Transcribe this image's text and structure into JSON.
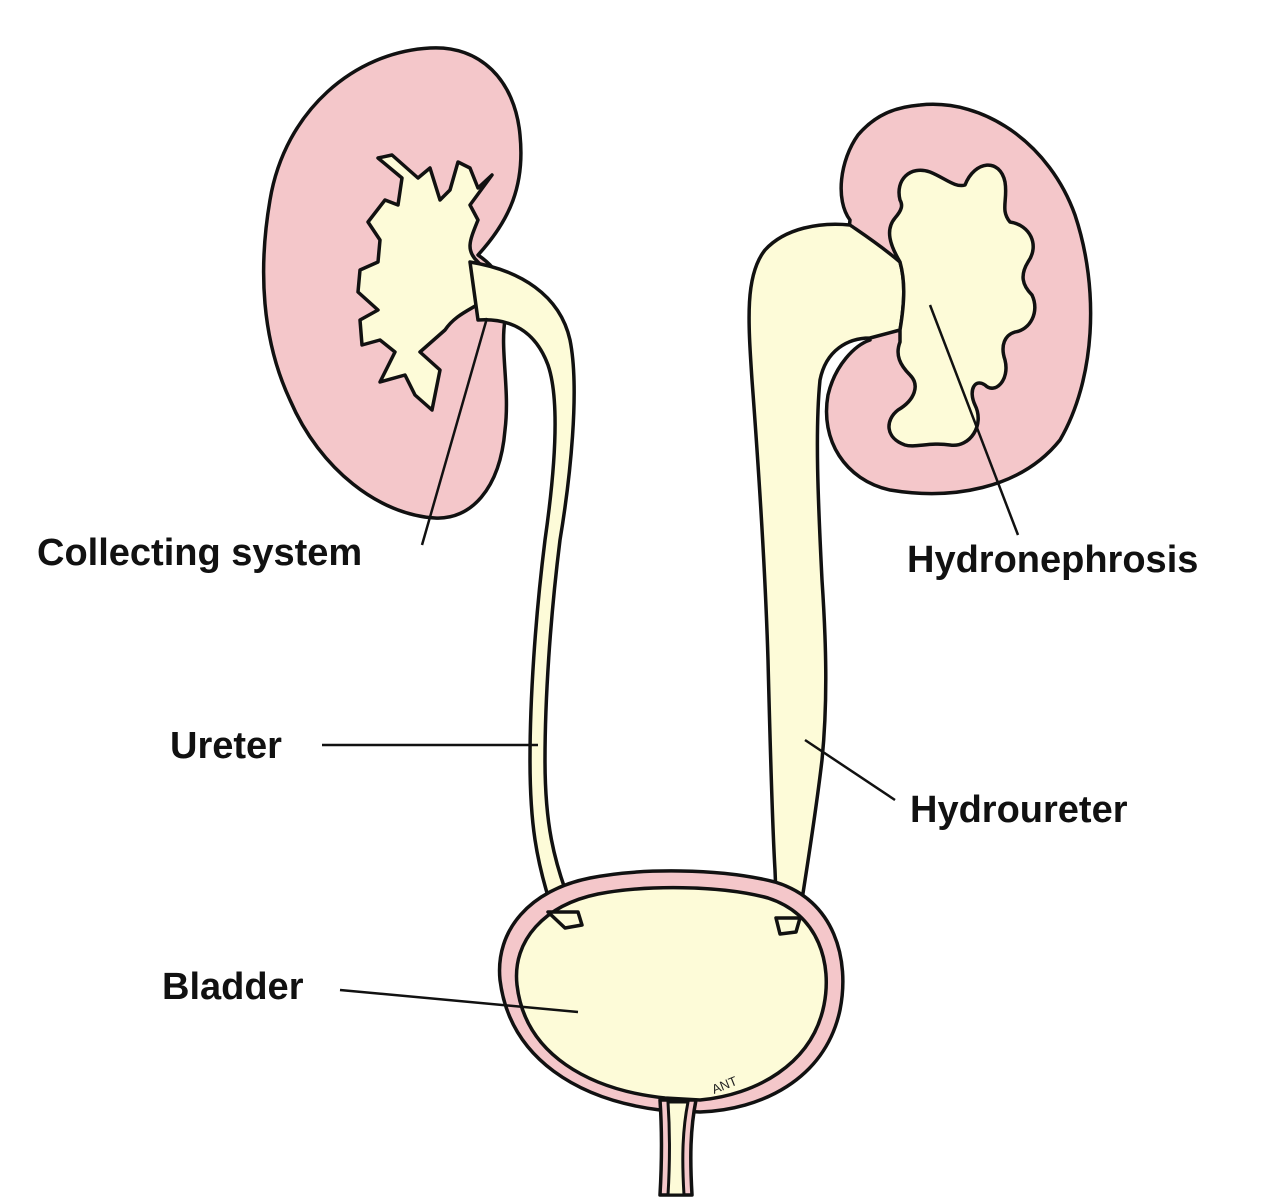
{
  "labels": {
    "collecting_system": "Collecting system",
    "hydronephrosis": "Hydronephrosis",
    "ureter": "Ureter",
    "hydroureter": "Hydroureter",
    "bladder": "Bladder"
  },
  "artist_initials": "ANT",
  "colors": {
    "kidney_tissue": "#f4c7ca",
    "urine_fill": "#fdfbd8",
    "outline": "#111111",
    "background": "#ffffff"
  }
}
